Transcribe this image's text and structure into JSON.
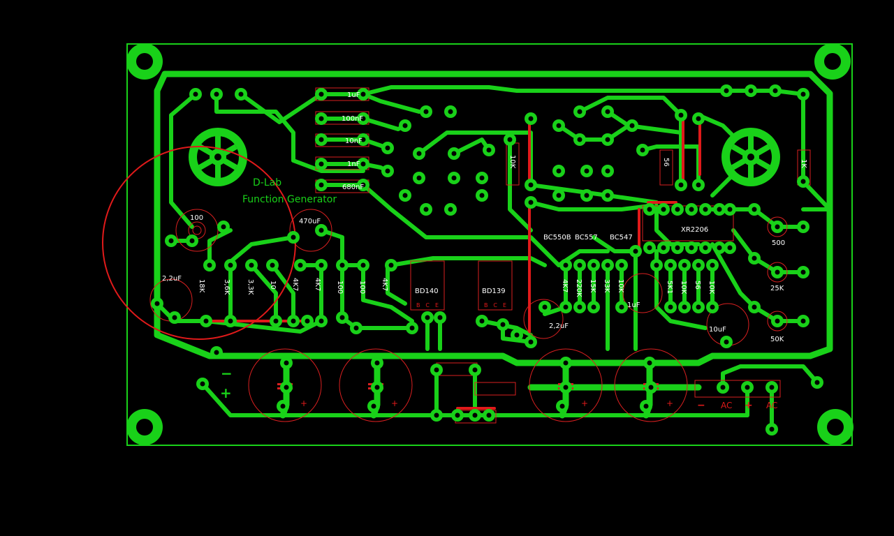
{
  "title": {
    "line1": "D-Lab",
    "line2": "Function Generator"
  },
  "polarity": {
    "minus": "−",
    "plus": "+"
  },
  "connector": {
    "minus": "−",
    "ac1": "AC",
    "plus": "+",
    "ac2": "AC"
  },
  "capacitor_plus": "+",
  "transistor_pins": {
    "b": "B",
    "c": "C",
    "e": "E"
  },
  "components": {
    "cap_1uf_top": "1uF",
    "cap_100nf": "100nF",
    "cap_10nf": "10nF",
    "cap_1nf": "1nF",
    "cap_680nf": "680nF",
    "pot_100": "100",
    "cap_470uf": "470uF",
    "cap_2u2_left": "2,2uF",
    "r_18k": "18K",
    "r_3k6": "3,6K",
    "r_3k3": "3,3K",
    "r_10a": "10",
    "r_4k7a": "4K7",
    "r_4k7b": "4K7",
    "r_100a": "100",
    "r_100b": "100",
    "r_4k7c": "4K7",
    "bd140": "BD140",
    "bd139": "BD139",
    "r_10k_top": "10K",
    "trans_bc550b": "BC550B",
    "trans_bc557": "BC557",
    "trans_bc547": "BC547",
    "r_4k7_mid": "4K7",
    "r_220k": "220K",
    "r_15k": "15K",
    "r_33k": "33K",
    "r_10k_mid": "10K",
    "cap_1uf_mid": "1uF",
    "cap_2u2_mid": "2,2uF",
    "r_5k1": "5K1",
    "r_10k_b": "10K",
    "r_56": "56",
    "r_10k_c": "10K",
    "r_56_top": "56",
    "ic_xr2206": "XR2206",
    "cap_10uf": "10uF",
    "pot_500": "500",
    "pot_25k": "25K",
    "pot_50k": "50K",
    "r_1k": "1K"
  }
}
